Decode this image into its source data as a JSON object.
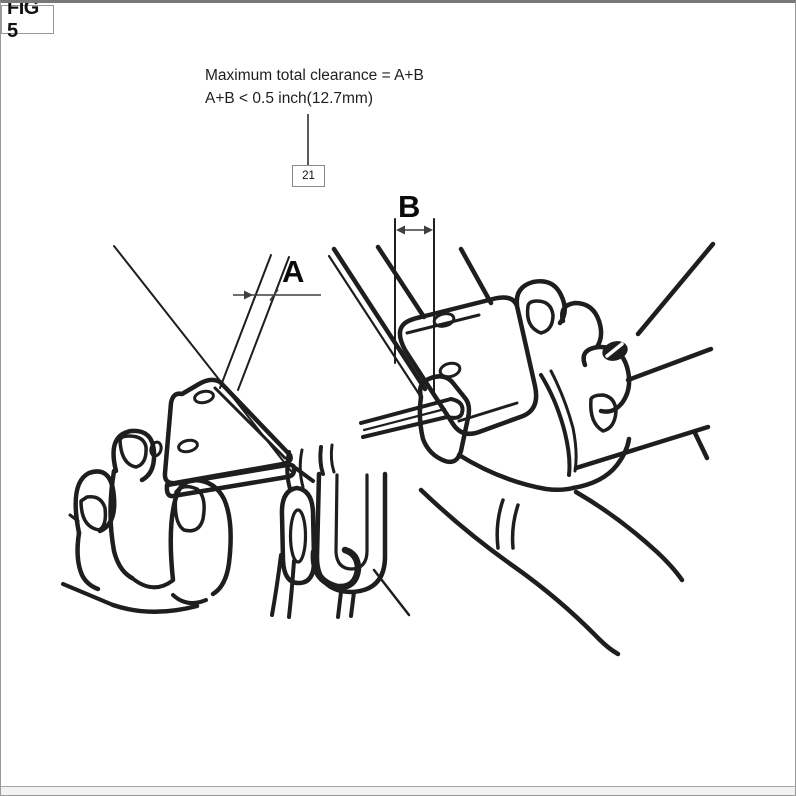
{
  "figure": {
    "label": "FIG 5"
  },
  "note": {
    "line1": "Maximum total clearance = A+B",
    "line2": "A+B < 0.5 inch(12.7mm)"
  },
  "callout": {
    "number": "21"
  },
  "dims": {
    "a": "A",
    "b": "B"
  },
  "colors": {
    "ink": "#1e1e1e",
    "dim": "#3f3f3f",
    "border": "#9a9a9a",
    "page_bg": "#ffffff"
  }
}
